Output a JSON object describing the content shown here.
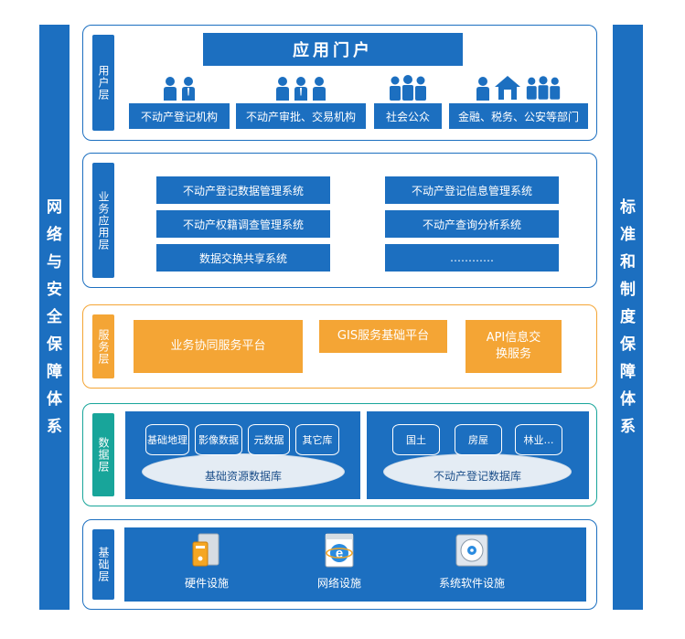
{
  "left_bar": {
    "chars": [
      "网",
      "络",
      "与",
      "安",
      "全",
      "保",
      "障",
      "体",
      "系"
    ]
  },
  "right_bar": {
    "chars": [
      "标",
      "准",
      "和",
      "制",
      "度",
      "保",
      "障",
      "体",
      "系"
    ]
  },
  "layers": {
    "user": {
      "tag": "用户层",
      "portal": "应用门户",
      "groups": [
        {
          "label": "不动产登记机构"
        },
        {
          "label": "不动产审批、交易机构"
        },
        {
          "label": "社会公众"
        },
        {
          "label": "金融、税务、公安等部门"
        }
      ]
    },
    "business": {
      "tag": "业务应用层",
      "systems": [
        "不动产登记数据管理系统",
        "不动产登记信息管理系统",
        "不动产权籍调查管理系统",
        "不动产查询分析系统",
        "数据交换共享系统",
        "…………"
      ]
    },
    "service": {
      "tag": "服务层",
      "items": [
        "业务协同服务平台",
        "GIS服务基础平台",
        "API信息交换服务"
      ]
    },
    "data": {
      "tag": "数据层",
      "left_db": {
        "name": "基础资源数据库",
        "items": [
          "基础地理",
          "影像数据",
          "元数据",
          "其它库"
        ]
      },
      "right_db": {
        "name": "不动产登记数据库",
        "items": [
          "国土",
          "房屋",
          "林业…"
        ]
      }
    },
    "base": {
      "tag": "基础层",
      "items": [
        {
          "label": "硬件设施",
          "icon": "hardware-icon"
        },
        {
          "label": "网络设施",
          "icon": "network-icon"
        },
        {
          "label": "系统软件设施",
          "icon": "software-icon"
        }
      ]
    }
  },
  "colors": {
    "blue": "#1c6fc0",
    "orange": "#f4a535",
    "teal": "#18a59a"
  }
}
